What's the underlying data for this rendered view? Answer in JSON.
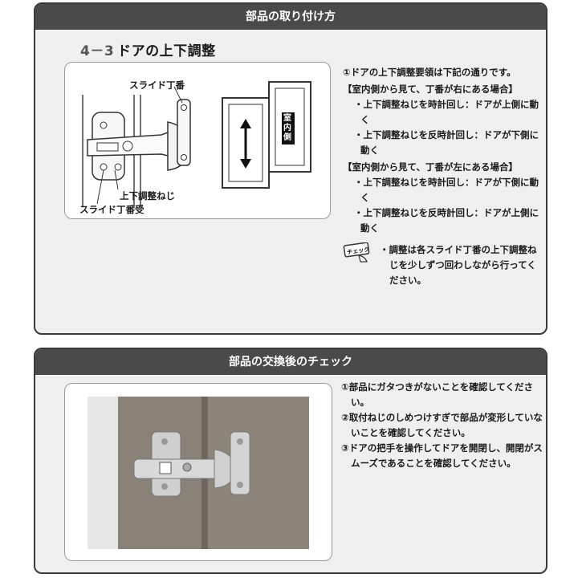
{
  "section1": {
    "header": "部品の取り付け方",
    "title_number": "4－3",
    "title_text": "ドアの上下調整",
    "diagram": {
      "label_slide_hinge": "スライド丁番",
      "label_adjust_screw": "上下調整ねじ",
      "label_hinge_seat": "スライド丁番受",
      "door_label": "室内側"
    },
    "notes": {
      "intro": "①ドアの上下調整要領は下記の通りです。",
      "case_right": "【室内側から見て、丁番が右にある場合】",
      "right_items": [
        "・上下調整ねじを時計回し：ドアが上側に動く",
        "・上下調整ねじを反時計回し：ドアが下側に動く"
      ],
      "case_left": "【室内側から見て、丁番が左にある場合】",
      "left_items": [
        "・上下調整ねじを時計回し：ドアが下側に動く",
        "・上下調整ねじを反時計回し：ドアが上側に動く"
      ],
      "check_icon_label": "チェック",
      "check_text": "・調整は各スライド丁番の上下調整ねじを少しずつ回わしながら行ってください。"
    }
  },
  "section2": {
    "header": "部品の交換後のチェック",
    "steps": [
      "①部品にガタつきがないことを確認してください。",
      "②取付ねじのしめつけすぎで部品が変形していないことを確認してください。",
      "③ドアの把手を操作してドアを開閉し、開閉がスムーズであることを確認してください。"
    ]
  },
  "colors": {
    "header_bg": "#4a4a4a",
    "panel_bg": "#efefef",
    "wood": "#8a8277",
    "frame": "#6a6a6a"
  },
  "icons": [
    "up-down-arrow-icon",
    "check-hand-icon"
  ]
}
